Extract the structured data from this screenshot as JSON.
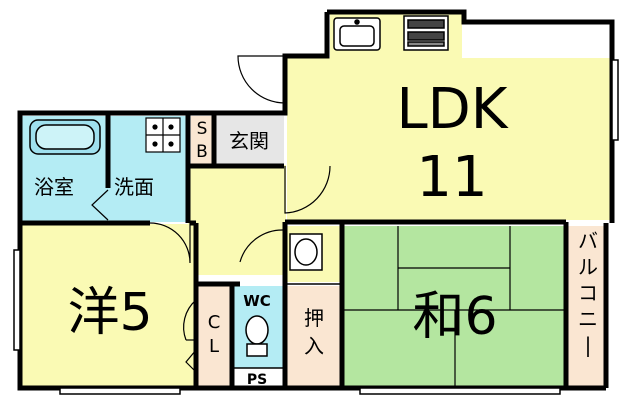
{
  "rooms": {
    "ldk": {
      "name": "LDK",
      "size": "11",
      "color": "#fafab4"
    },
    "washitsu": {
      "name": "和6",
      "color": "#b4e6a0"
    },
    "yoshitsu": {
      "name": "洋5",
      "color": "#fafab4"
    },
    "bath": {
      "name": "浴室",
      "color": "#b4ecf4"
    },
    "washroom": {
      "name": "洗面",
      "color": "#b4ecf4"
    },
    "genkan": {
      "name": "玄関",
      "color": "#e6e6e6"
    },
    "sb": {
      "name": "SB"
    },
    "closet": {
      "name": "CL"
    },
    "oshiire": {
      "name": "押入"
    },
    "wc": {
      "name": "WC",
      "color": "#b4ecf4"
    },
    "ps": {
      "name": "PS"
    },
    "balcony": {
      "name": "バルコニー",
      "color": "#fae6d2"
    },
    "storage_color": "#fae6d2",
    "wall_color": "#000000"
  }
}
